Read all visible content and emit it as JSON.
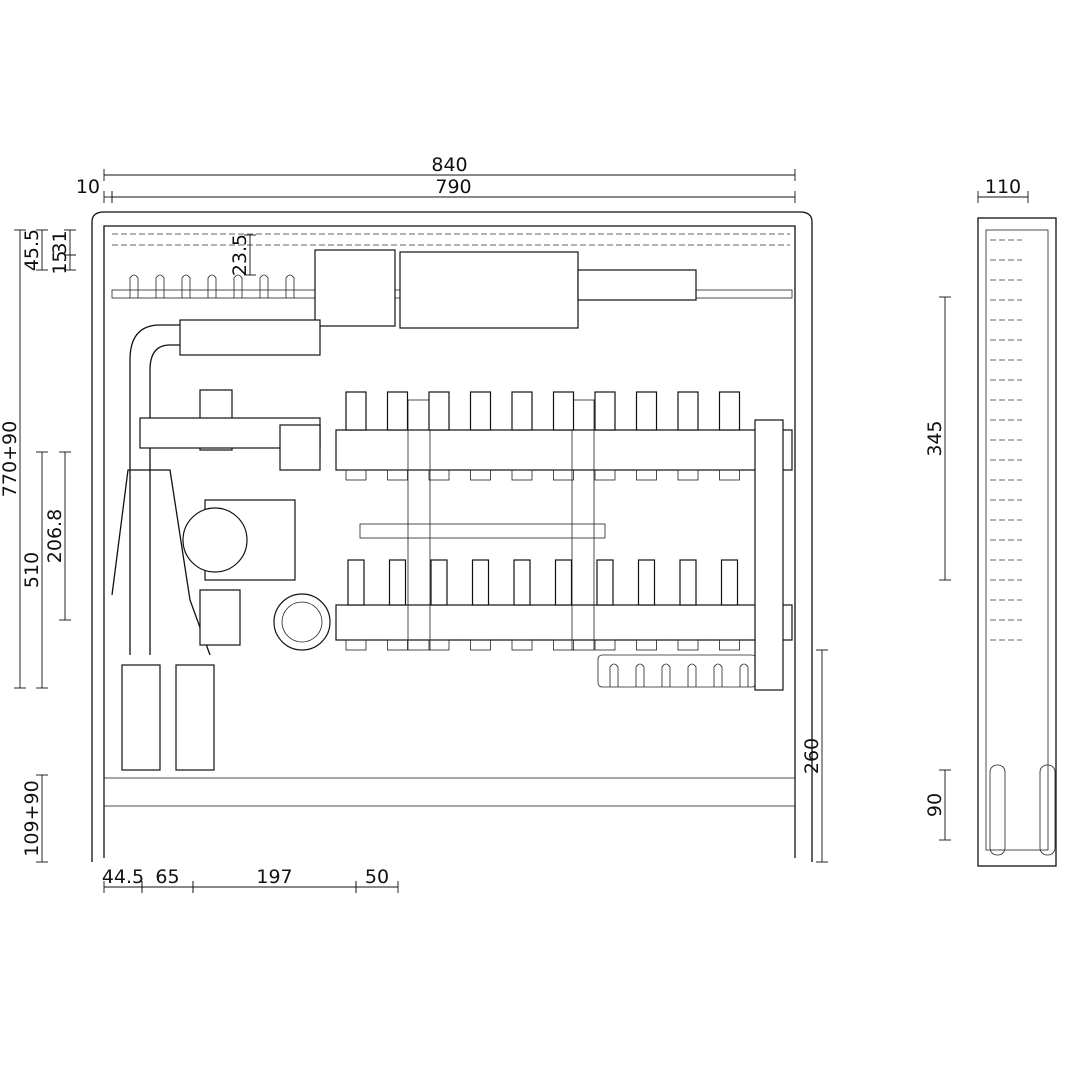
{
  "drawing": {
    "title": "Heating distribution cabinet with mixing group and manifold - technical drawing",
    "outlet_count": 10,
    "dimensions": {
      "overall_width": "840",
      "side_offset": "10",
      "inner_width": "790",
      "depth": "110",
      "top_offset": "45.5",
      "bracket_low": "15",
      "bracket_high": "31",
      "rail_offset": "23.5",
      "total_height": "770+90",
      "manifold_height": "510",
      "manifold_spacing": "206.8",
      "side_bracket_spacing": "345",
      "right_connection_height": "260",
      "base_height": "109+90",
      "side_foot": "90",
      "left_offset": "44.5",
      "pipe_spacing": "65",
      "to_manifold": "197",
      "outlet_pitch": "50"
    }
  }
}
